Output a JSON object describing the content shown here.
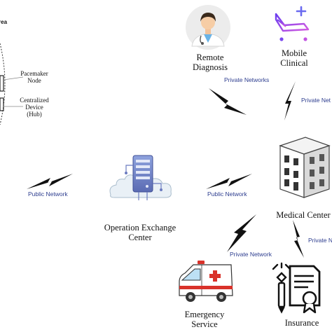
{
  "area_title": "rea",
  "body_area": {
    "pacemaker_node": [
      "Pacemaker",
      "Node"
    ],
    "hub": [
      "Centralized",
      "Device",
      "(Hub)"
    ]
  },
  "nodes": {
    "remote_diagnosis": [
      "Remote",
      "Diagnosis"
    ],
    "mobile_clinical": [
      "Mobile",
      "Clinical"
    ],
    "operation_exchange": [
      "Operation Exchange",
      "Center"
    ],
    "medical_center": "Medical Center",
    "emergency_service": [
      "Emergency",
      "Service"
    ],
    "insurance": "Insurance"
  },
  "links": {
    "private_top": "Private Networks",
    "private_right_top": "Private Net",
    "public_left": "Public Network",
    "public_right": "Public Network",
    "private_bottom": "Private Network",
    "private_right_bottom": "Private N"
  }
}
